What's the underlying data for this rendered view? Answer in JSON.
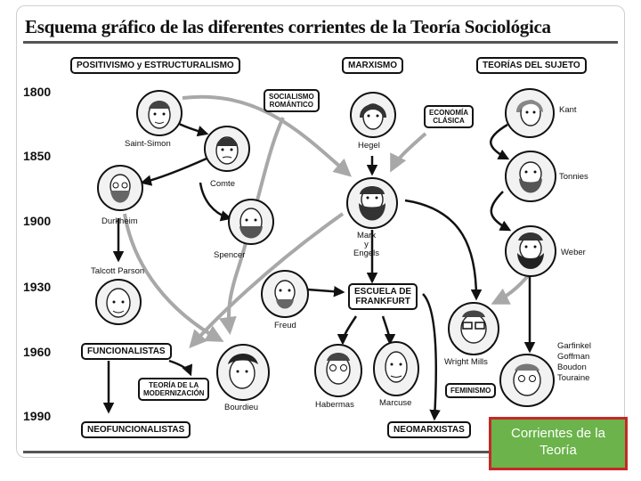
{
  "title": "Esquema gráfico de las diferentes corrientes de la Teoría Sociológica",
  "years": [
    "1800",
    "1850",
    "1900",
    "1930",
    "1960",
    "1990"
  ],
  "boxes": {
    "positivismo": "POSITIVISMO y ESTRUCTURALISMO",
    "marxismo": "MARXISMO",
    "teorias_sujeto": "TEORÍAS DEL SUJETO",
    "socialismo_1": "SOCIALISMO",
    "socialismo_2": "ROMÁNTICO",
    "economia_1": "ECONOMÍA",
    "economia_2": "CLÁSICA",
    "escuela_1": "ESCUELA DE",
    "escuela_2": "FRANKFURT",
    "funcionalistas": "FUNCIONALISTAS",
    "modernizacion_1": "TEORÍA DE LA",
    "modernizacion_2": "MODERNIZACIÓN",
    "feminismo": "FEMINISMO",
    "neofuncionalistas": "NEOFUNCIONALISTAS",
    "neomarxistas": "NEOMARXISTAS"
  },
  "thinkers": {
    "saint_simon": "Saint-Simon",
    "comte": "Comte",
    "durkheim": "Durkheim",
    "spencer": "Spencer",
    "talcott_parson": "Talcott Parson",
    "hegel": "Hegel",
    "marx_1": "Marx",
    "marx_2": "y",
    "marx_3": "Engels",
    "freud": "Freud",
    "habermas": "Habermas",
    "marcuse": "Marcuse",
    "bourdieu": "Bourdieu",
    "wright_mills": "Wright Mills",
    "kant": "Kant",
    "tonnies": "Tonnies",
    "weber": "Weber",
    "garfinkel": "Garfinkel",
    "goffman": "Goffman",
    "boudon": "Boudon",
    "touraine": "Touraine"
  },
  "callout": {
    "line1": "Corrientes de la",
    "line2": "Teoría"
  },
  "colors": {
    "callout_bg": "#6bb34a",
    "callout_border": "#c62828",
    "arrow_black": "#111111",
    "arrow_gray": "#a8a8a8"
  }
}
